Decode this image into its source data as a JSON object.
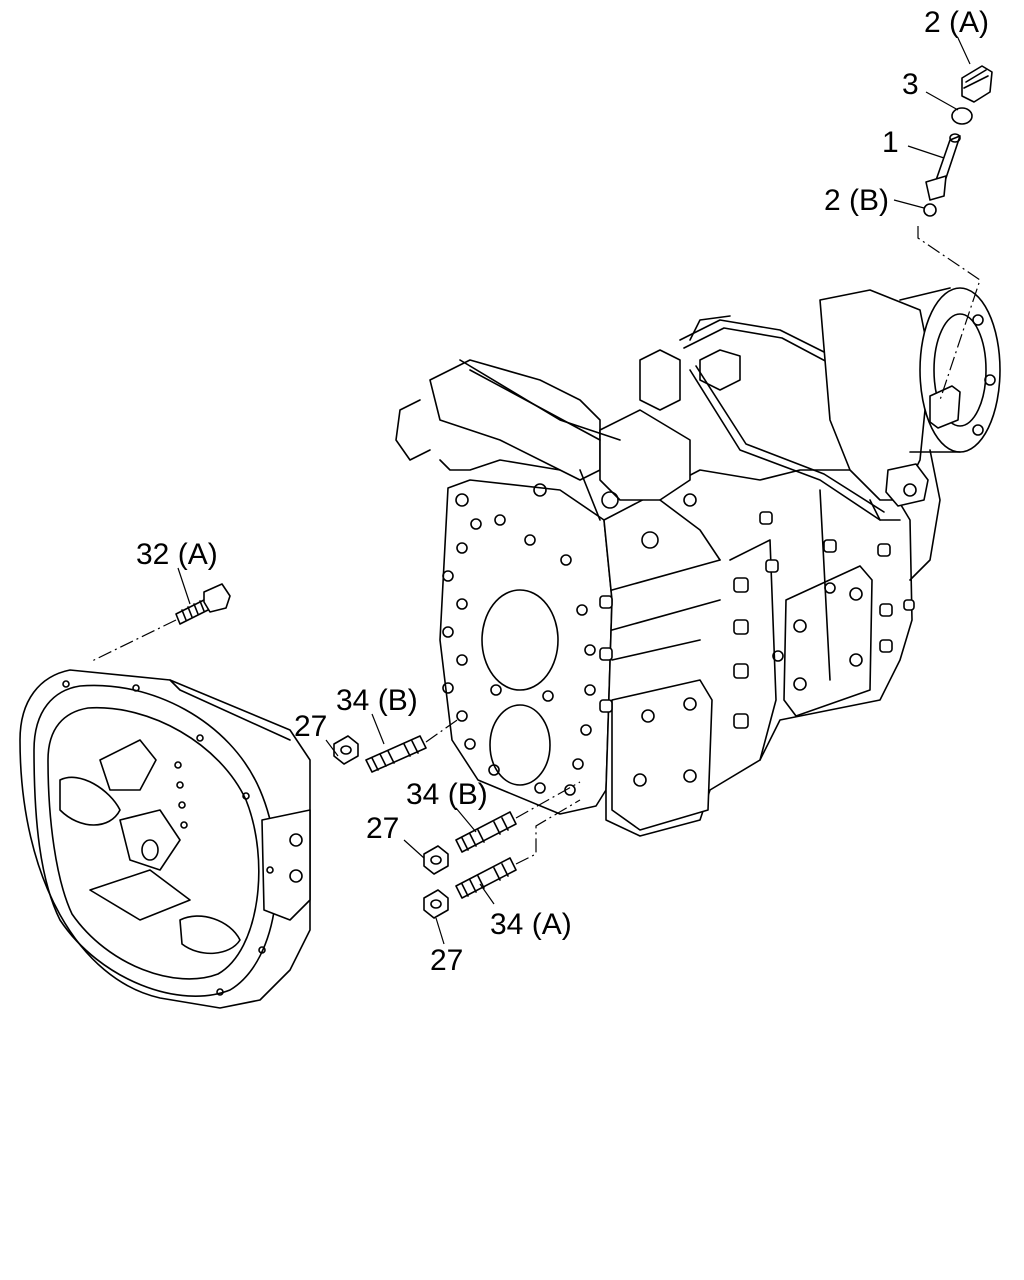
{
  "labels": {
    "part_2a": "2 (A)",
    "part_3": "3",
    "part_1": "1",
    "part_2b": "2 (B)",
    "part_32a": "32 (A)",
    "part_34b_upper": "34 (B)",
    "part_27_upper": "27",
    "part_34b_lower": "34 (B)",
    "part_27_middle": "27",
    "part_34a": "34 (A)",
    "part_27_lower": "27"
  },
  "colors": {
    "line": "#000000",
    "background": "#ffffff"
  }
}
